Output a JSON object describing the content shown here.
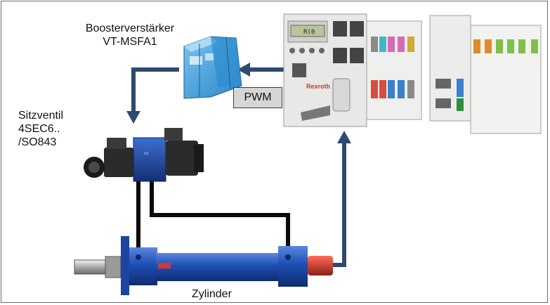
{
  "labels": {
    "booster_line1": "Boosterverstärker",
    "booster_line2": "VT-MSFA1",
    "valve_line1": "Sitzventil",
    "valve_line2": "4SEC6..",
    "valve_line3": "/SO843",
    "pwm": "PWM",
    "cylinder": "Zylinder"
  },
  "controller": {
    "display_text": "R(0",
    "brand": "Rexroth"
  },
  "colors": {
    "arrow": "#2e4a6e",
    "hydraulic_line": "#0a0a0a",
    "valve_body": "#1f48a8",
    "cylinder_body": "#1d4fb3",
    "booster_body": "#3f9fdc",
    "sensor": "#c0392b"
  }
}
